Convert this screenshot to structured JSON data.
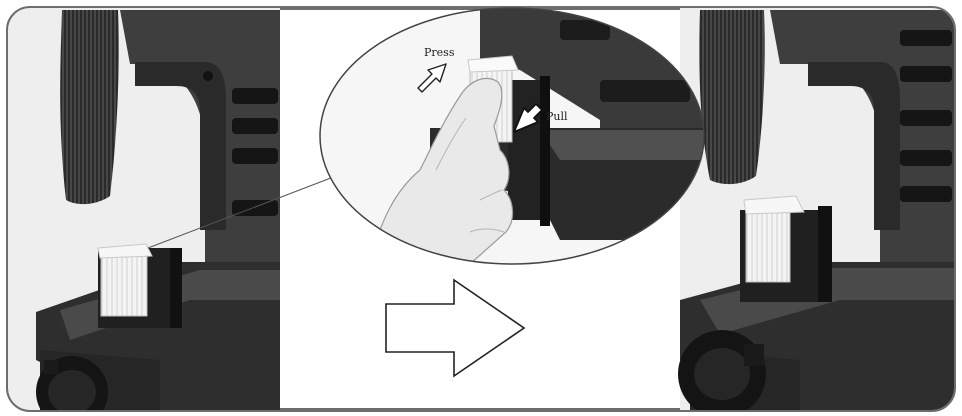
{
  "callout": {
    "press_label": "Press",
    "pull_label": "Pull"
  },
  "icons": {
    "press": "hollow-arrow-up-right",
    "pull": "filled-arrow-down-left",
    "transition": "hollow-arrow-right"
  }
}
